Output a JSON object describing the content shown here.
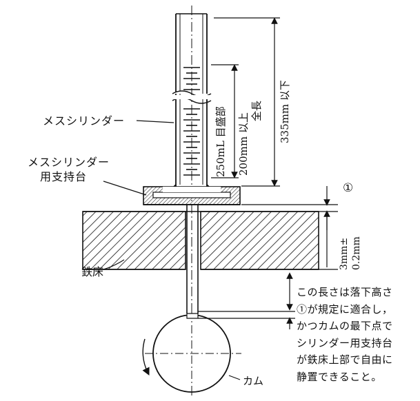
{
  "labels": {
    "cylinder": "メスシリンダー",
    "holder_line1": "メスシリンダー",
    "holder_line2": "用支持台",
    "graduation": "250mL 目盛部",
    "min_length": "200mm 以上",
    "total_length_label": "全長",
    "max_length": "335mm 以下",
    "circle_marker": "①",
    "tolerance_line1": "3mm±",
    "tolerance_line2": "0.2mm",
    "anvil": "鉄床",
    "cam": "カム"
  },
  "note": {
    "lines": [
      "この長さは落下高さ",
      "①が規定に適合し，",
      "かつカムの最下点で",
      "シリンダー用支持台",
      "が鉄床上部で自由に",
      "静置できること。"
    ]
  },
  "colors": {
    "ink": "#111111",
    "background": "#ffffff"
  }
}
